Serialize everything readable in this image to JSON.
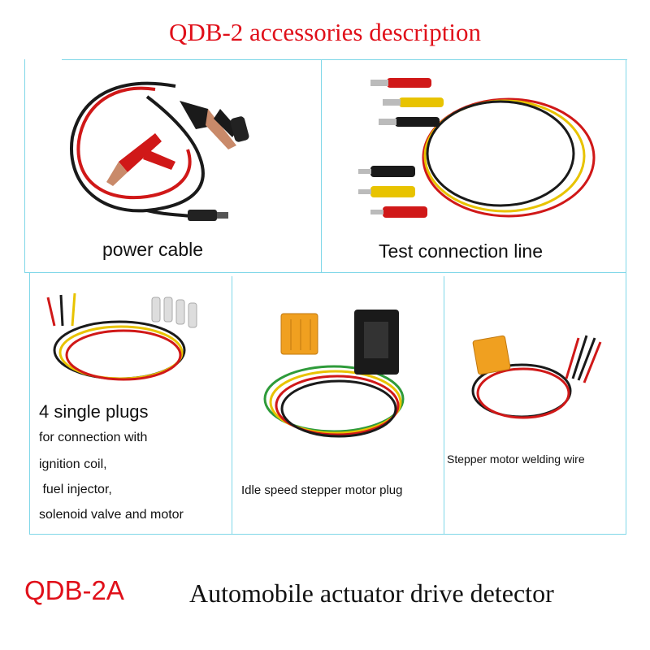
{
  "header": {
    "title": "QDB-2 accessories description"
  },
  "panels": {
    "power_cable": {
      "label": "power cable"
    },
    "test_line": {
      "label": "Test connection line"
    },
    "single_plugs": {
      "heading": "4 single plugs",
      "lines": [
        "for connection with",
        "ignition coil,",
        " fuel injector,",
        "solenoid valve and motor"
      ]
    },
    "idle_plug": {
      "label": "Idle speed stepper motor plug"
    },
    "welding_wire": {
      "label": "Stepper motor welding wire"
    }
  },
  "footer": {
    "model": "QDB-2A",
    "description": "Automobile actuator drive detector"
  },
  "colors": {
    "title_red": "#e0101a",
    "grid": "#7fd7e8"
  }
}
